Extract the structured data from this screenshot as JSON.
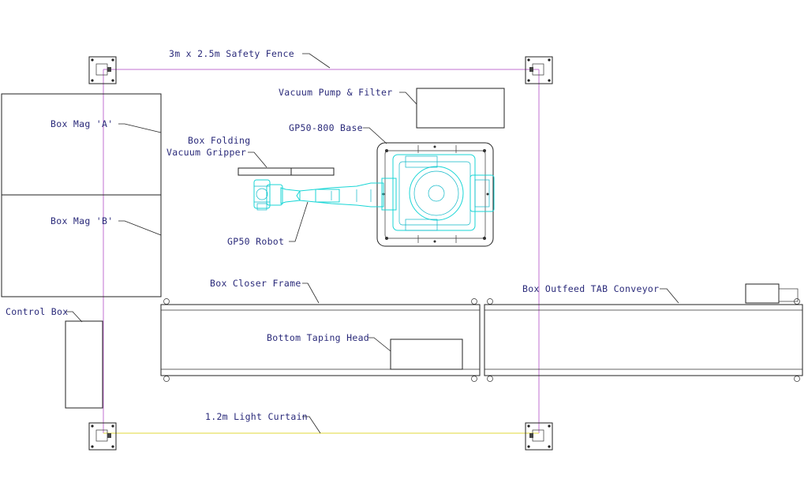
{
  "colors": {
    "fence": "#c070d0",
    "light_curtain": "#e8e060",
    "robot": "#19d6d6",
    "label": "#2a2a7a",
    "outline": "#222222"
  },
  "labels": {
    "safety_fence": "3m x 2.5m Safety Fence",
    "vacuum_pump": "Vacuum Pump & Filter",
    "gp50_base": "GP50-800 Base",
    "box_mag_a": "Box Mag 'A'",
    "box_folding_line1": "Box Folding",
    "box_folding_line2": "Vacuum Gripper",
    "box_mag_b": "Box Mag 'B'",
    "gp50_robot": "GP50 Robot",
    "box_closer_frame": "Box Closer Frame",
    "box_outfeed": "Box Outfeed TAB Conveyor",
    "control_box": "Control Box",
    "bottom_taping_head": "Bottom Taping Head",
    "light_curtain": "1.2m Light Curtain"
  }
}
